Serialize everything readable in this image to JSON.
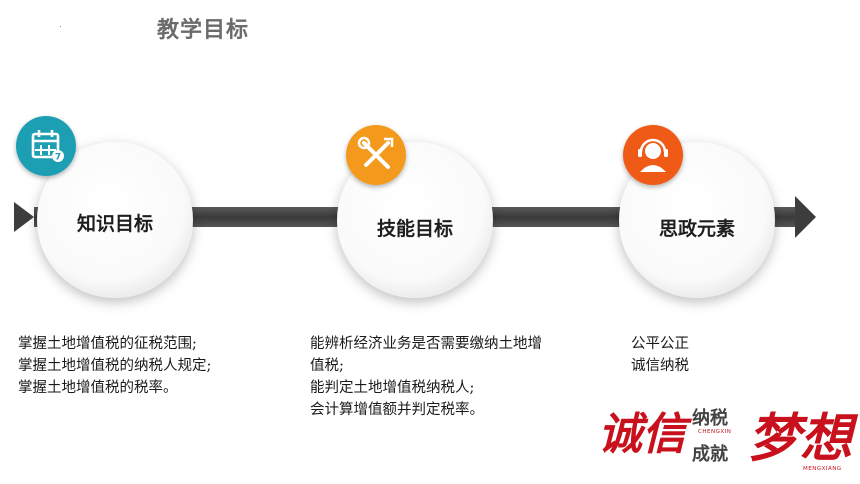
{
  "slide": {
    "title": "教学目标",
    "steps": [
      {
        "label": "知识目标",
        "icon": "calendar-icon",
        "icon_color": "#1e9fb3",
        "lines": [
          "掌握土地增值税的征税范围;",
          "掌握土地增值税的纳税人规定;",
          "掌握土地增值税的税率。"
        ]
      },
      {
        "label": "技能目标",
        "icon": "tools-icon",
        "icon_color": "#f39a1e",
        "lines": [
          "能辨析经济业务是否需要缴纳土地增",
          "值税;",
          "能判定土地增值税纳税人;",
          "会计算增值额并判定税率。"
        ]
      },
      {
        "label": "思政元素",
        "icon": "headset-icon",
        "icon_color": "#ef5a16",
        "lines": [
          "公平公正",
          "诚信纳税"
        ]
      }
    ],
    "logo": {
      "big1": "诚信",
      "small1": "纳税",
      "tiny1": "CHENGXIN",
      "small2": "成就",
      "big2": "梦想",
      "tiny2": "MENGXIANG",
      "color": "#c8111d"
    }
  }
}
